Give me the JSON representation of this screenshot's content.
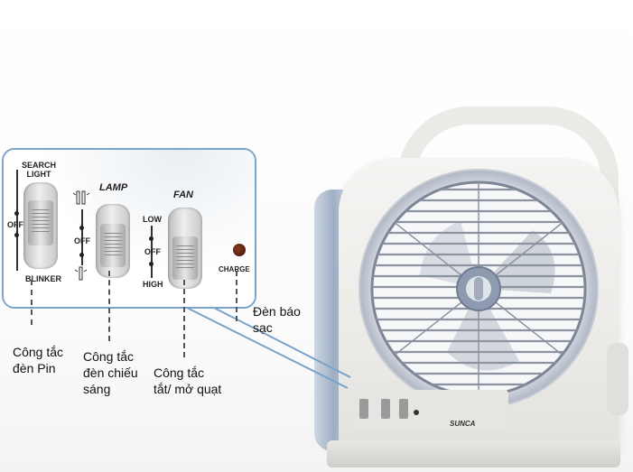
{
  "panel": {
    "search_light": "SEARCH\nLIGHT",
    "off_left": "OFF",
    "blinker": "BLINKER",
    "lamp": "LAMP",
    "lamp_off": "OFF",
    "fan": "FAN",
    "fan_low": "LOW",
    "fan_off": "OFF",
    "fan_high": "HIGH",
    "charge": "CHARGE"
  },
  "annotations": {
    "battery_switch": "Công tắc\nđèn Pin",
    "lamp_switch": "Công tắc\nđèn chiếu\nsáng",
    "fan_switch": "Công tắc\ntắt/ mở quạt",
    "charge_indicator": "Đèn báo\nsạc"
  },
  "product": {
    "brand": "SUNCA"
  },
  "colors": {
    "callout_border": "#7aa3c9",
    "side_panel": "#9fb0c5",
    "led": "#5a2210"
  }
}
